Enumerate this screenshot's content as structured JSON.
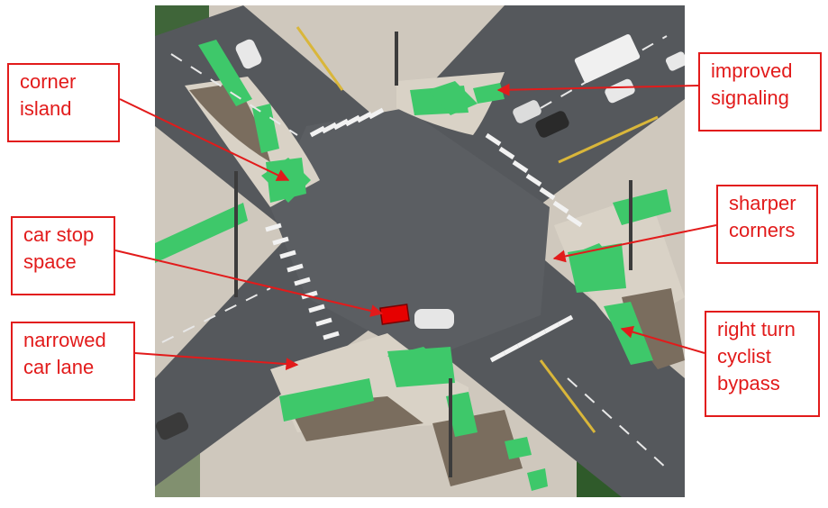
{
  "colors": {
    "annotation": "#e21b1b",
    "asphalt": "#55585c",
    "sidewalk": "#cfc8bd",
    "bike_green": "#3ec86a",
    "stop_marker": "#e60000",
    "planting": "#7a6d5e",
    "tree": "#2f5a2a"
  },
  "icons": {
    "vehicles": "car-icon",
    "truck": "truck-icon",
    "arrows": "bike-crossing-arrow-icon"
  },
  "labels": {
    "corner_island": {
      "line1": "corner",
      "line2": "island"
    },
    "improved_signaling": {
      "line1": "improved",
      "line2": "signaling"
    },
    "car_stop_space": {
      "line1": "car stop",
      "line2": "space"
    },
    "sharper_corners": {
      "line1": "sharper",
      "line2": "corners"
    },
    "narrowed_car_lane": {
      "line1": "narrowed",
      "line2": "car lane"
    },
    "right_turn_bypass": {
      "line1": "right turn",
      "line2": "cyclist",
      "line3": "bypass"
    }
  }
}
